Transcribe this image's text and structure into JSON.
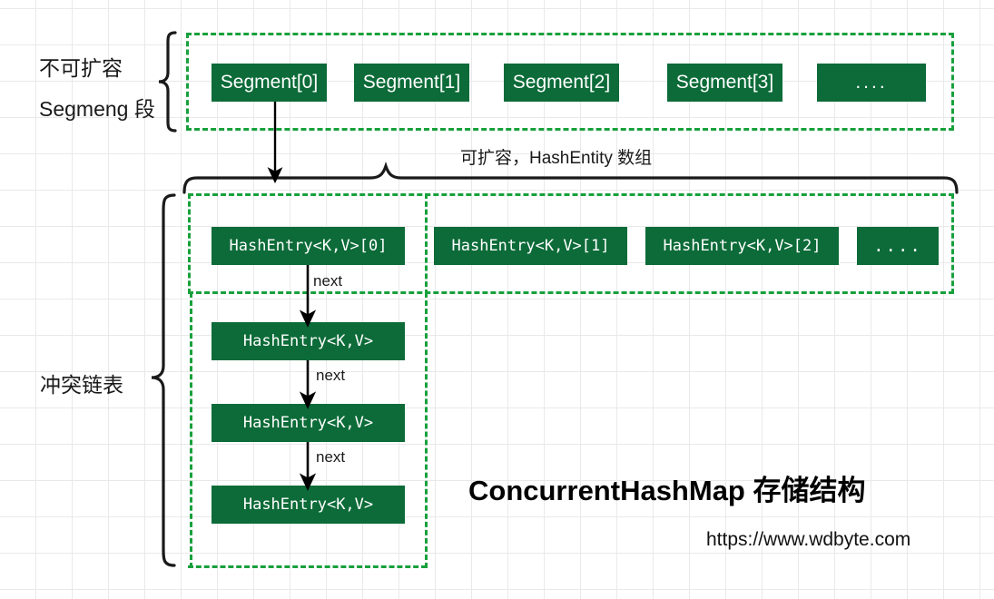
{
  "diagram": {
    "title": "ConcurrentHashMap 存储结构",
    "url": "https://www.wdbyte.com",
    "labels": {
      "segment_group_line1": "不可扩容",
      "segment_group_line2": "Segmeng 段",
      "hashentity_group": "可扩容，HashEntity 数组",
      "chain_group": "冲突链表"
    },
    "segments": [
      {
        "label": "Segment[0]"
      },
      {
        "label": "Segment[1]"
      },
      {
        "label": "Segment[2]"
      },
      {
        "label": "Segment[3]"
      },
      {
        "label": "...."
      }
    ],
    "hash_entries": [
      {
        "label": "HashEntry<K,V>[0]"
      },
      {
        "label": "HashEntry<K,V>[1]"
      },
      {
        "label": "HashEntry<K,V>[2]"
      },
      {
        "label": "...."
      }
    ],
    "chain_nodes": [
      {
        "label": "HashEntry<K,V>"
      },
      {
        "label": "HashEntry<K,V>"
      },
      {
        "label": "HashEntry<K,V>"
      }
    ],
    "next_labels": [
      "next",
      "next",
      "next"
    ],
    "colors": {
      "box_fill": "#0c6b38",
      "box_text": "#ffffff",
      "dashed_border": "#18a03c",
      "grid": "#e9e9e9",
      "background": "#ffffff",
      "connector": "#000000"
    }
  }
}
